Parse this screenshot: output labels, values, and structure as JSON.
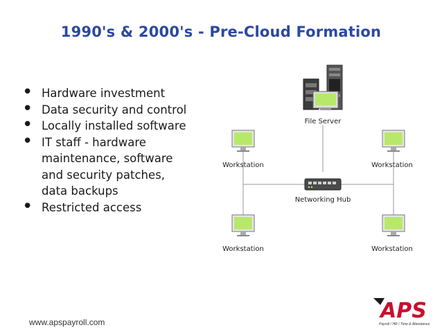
{
  "title": "1990's & 2000's - Pre-Cloud Formation",
  "bullets": [
    {
      "lines": [
        "Hardware investment"
      ]
    },
    {
      "lines": [
        "Data security and control"
      ]
    },
    {
      "lines": [
        "Locally installed software"
      ]
    },
    {
      "lines": [
        "IT staff - hardware",
        "maintenance, software",
        "and security patches,",
        "data backups"
      ]
    },
    {
      "lines": [
        "Restricted access"
      ]
    }
  ],
  "diagram": {
    "server_label": "File Server",
    "hub_label": "Networking Hub",
    "workstation_label": "Workstation"
  },
  "footer": {
    "url": "www.apspayroll.com",
    "logo_text": "APS",
    "logo_tagline": "Payroll / HR / Time & Attendance"
  },
  "colors": {
    "title": "#2b4a9e",
    "logo_red": "#c8102e",
    "screen_green": "#b8e86a"
  }
}
